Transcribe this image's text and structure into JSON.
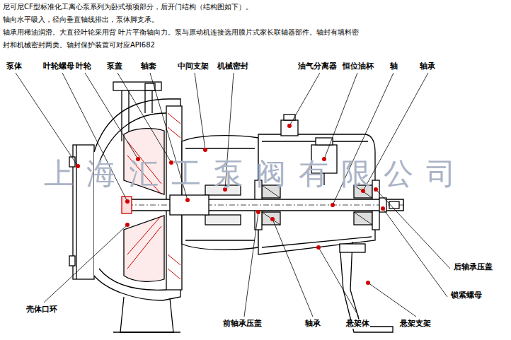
{
  "diagram": {
    "labels": [
      "尼可尼CF型标准化工离心泵系列为卧式颈项部分，后开门结构（结构图如下）。",
      "轴向水平吸入，径向垂直轴线排出，泵体脚支承。",
      "轴承用稀油润滑。大直径叶轮采用背 叶片平衡轴向力。泵与原动机连接选用膜片式家长联轴器部件。轴封有填料密",
      "封和机械密封两类。轴封保护装置可对应API682",
      "上海汇工泵阀有限公司",
      "泵体",
      "叶轮螺母",
      "叶轮",
      "泵盖",
      "轴套",
      "中间支架",
      "机械密封",
      "油气分离器",
      "恒位油杯",
      "轴",
      "轴承",
      "壳体口环",
      "前轴承压盖",
      "轴承",
      "悬架体",
      "悬架支架",
      "后轴承压盖",
      "锁紧螺母"
    ]
  }
}
